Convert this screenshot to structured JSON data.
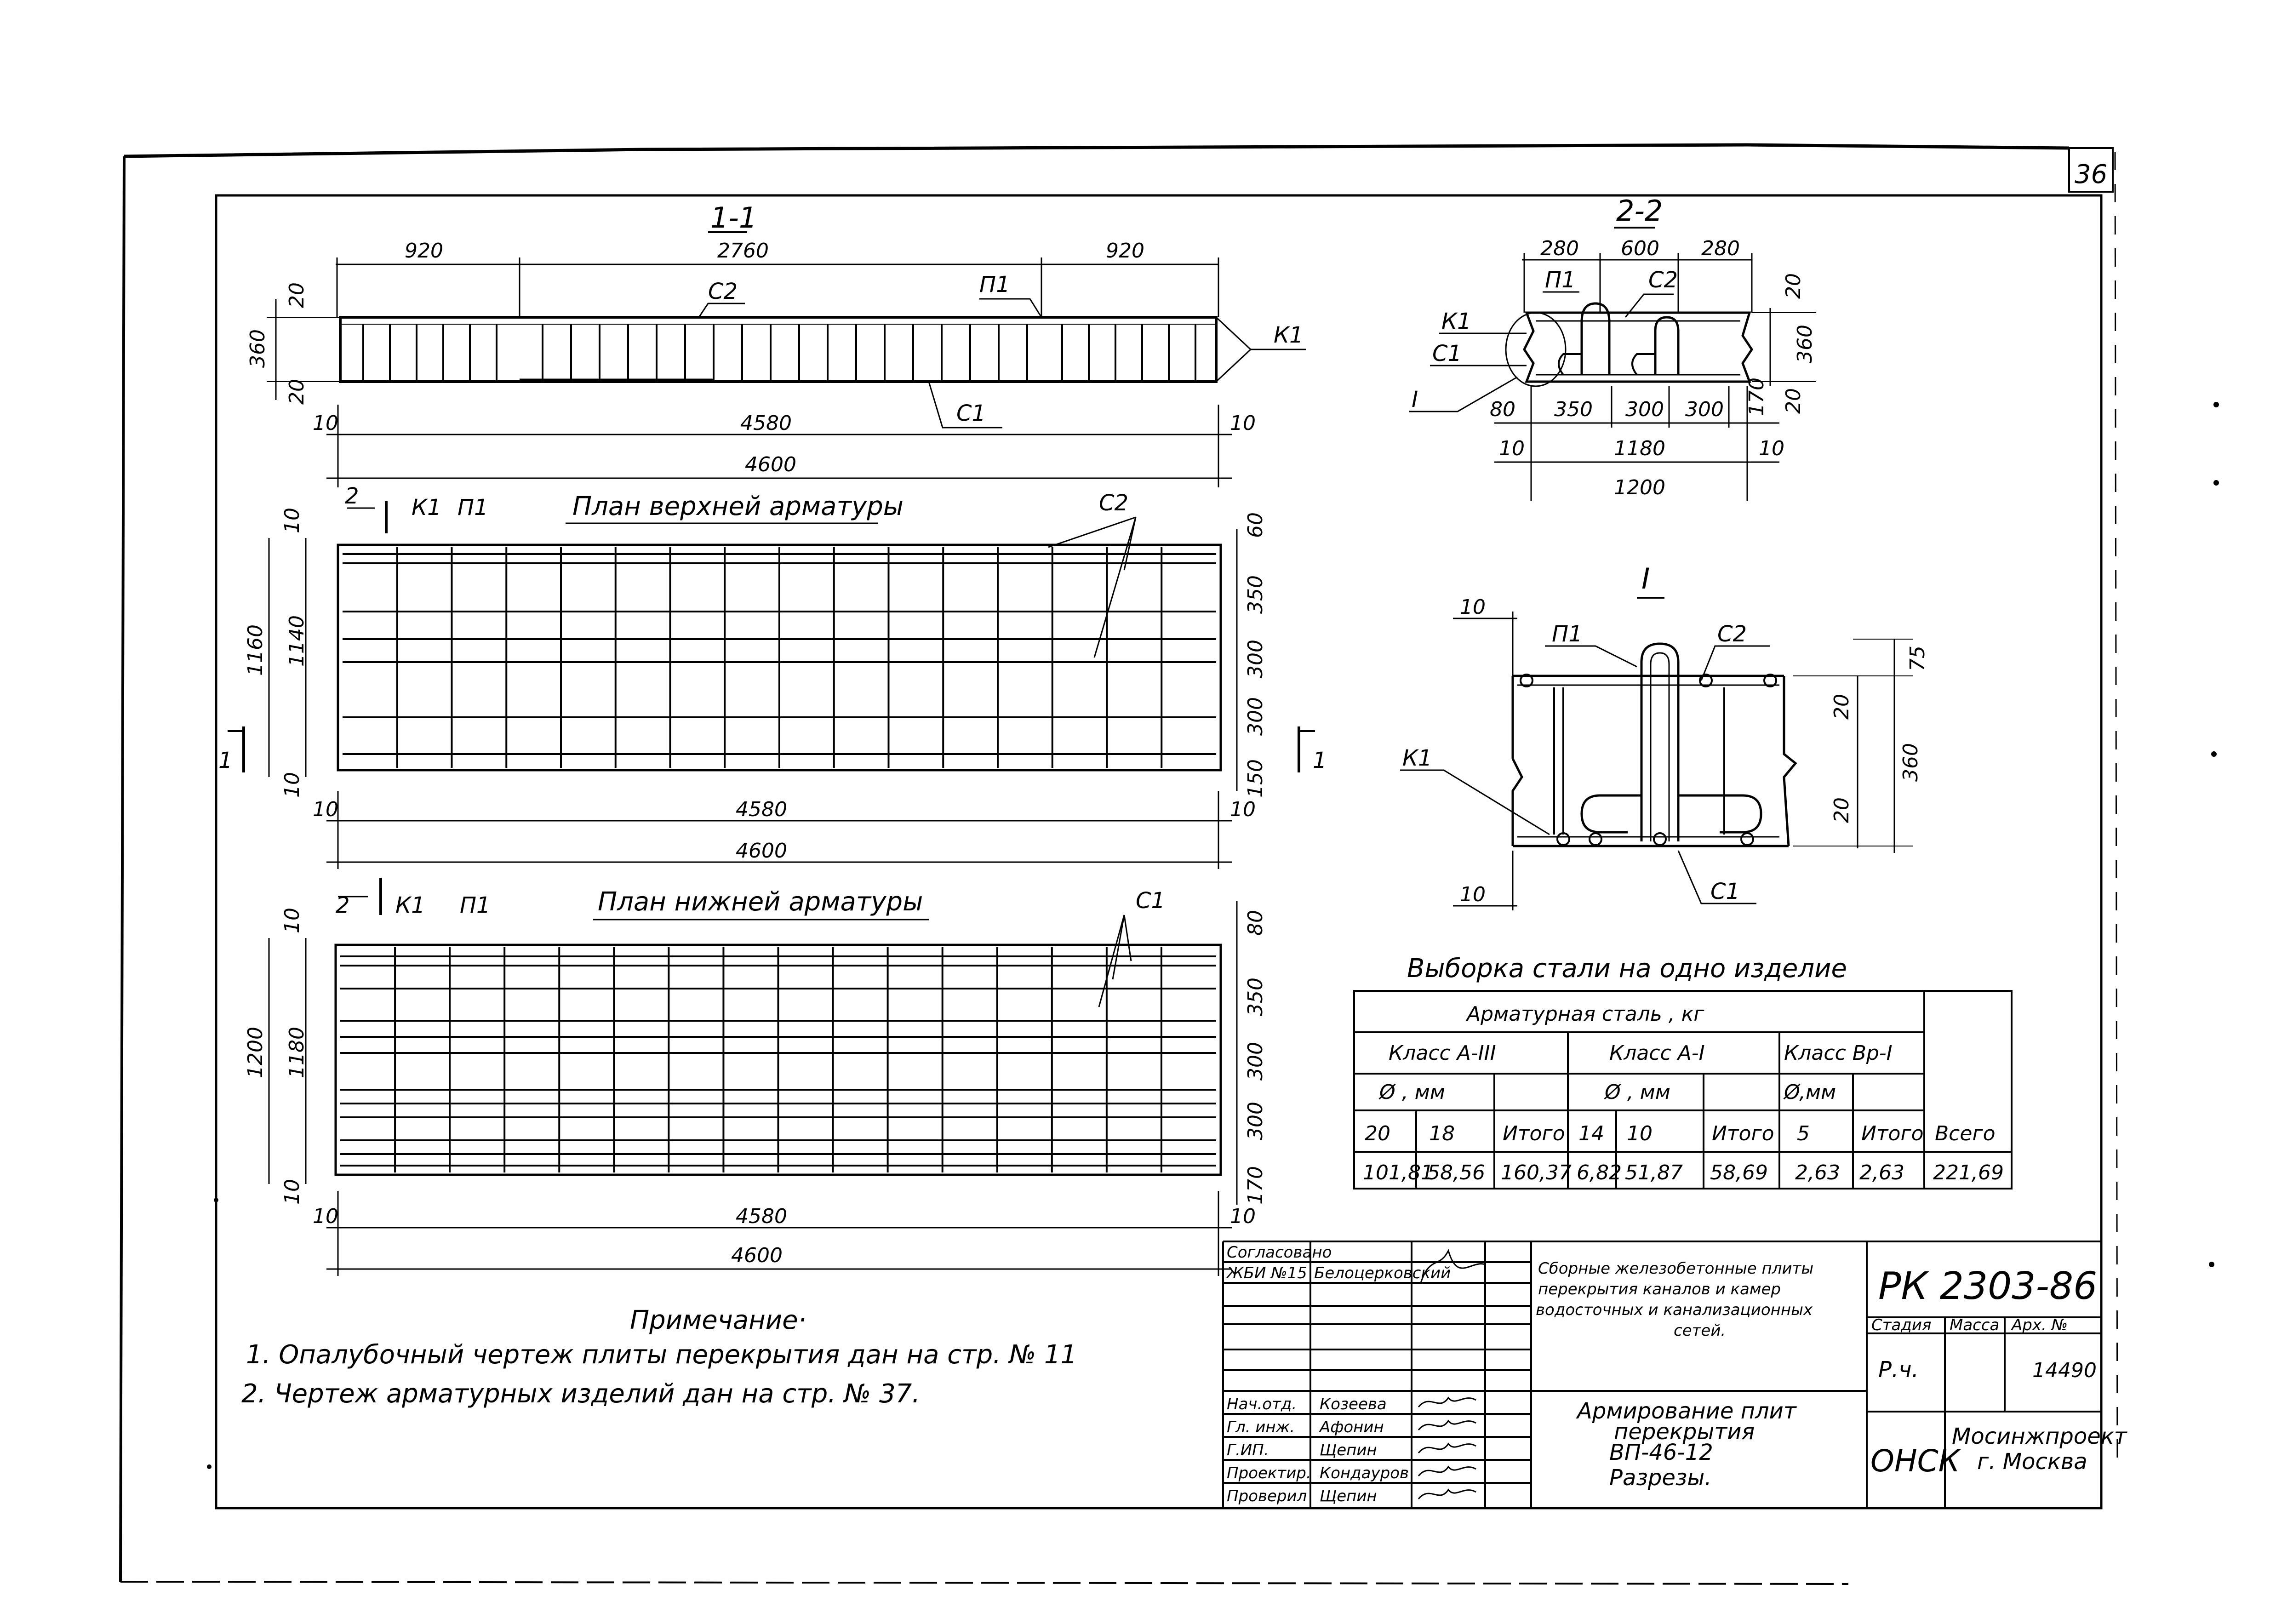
{
  "sheet": {
    "page_number": "36"
  },
  "section_1_1": {
    "title": "1-1",
    "dims_top": [
      "920",
      "2760",
      "920"
    ],
    "dim_height": "360",
    "dim_cover_top": "20",
    "dim_cover_bottom": "20",
    "dim_inner_length": "4580",
    "dim_total_length": "4600",
    "dim_end": "10",
    "labels": {
      "c2": "С2",
      "p1": "П1",
      "c1": "С1",
      "k1": "К1"
    }
  },
  "section_2_2": {
    "title": "2-2",
    "dims_top": [
      "280",
      "600",
      "280"
    ],
    "dims_bottom": [
      "80",
      "350",
      "300",
      "300",
      "170"
    ],
    "dim_inner_width": "1180",
    "dim_total_width": "1200",
    "dim_end": "10",
    "dim_height": "360",
    "dim_cover": "20",
    "labels": {
      "p1": "П1",
      "c2": "С2",
      "k1": "К1",
      "c1": "С1",
      "detail": "I"
    }
  },
  "top_plan": {
    "title": "План верхней арматуры",
    "labels": {
      "section_mark": "2",
      "k1": "К1",
      "p1": "П1",
      "c2": "С2",
      "cut_left": "1",
      "cut_right": "1"
    },
    "dims_left": [
      "10",
      "1140",
      "1160",
      "10"
    ],
    "dims_right": [
      "60",
      "350",
      "300",
      "300",
      "150"
    ],
    "dim_inner_length": "4580",
    "dim_total_length": "4600",
    "dim_end": "10"
  },
  "bottom_plan": {
    "title": "План нижней арматуры",
    "labels": {
      "section_mark": "2",
      "k1": "К1",
      "p1": "П1",
      "c1": "С1"
    },
    "dims_left": [
      "10",
      "1180",
      "1200",
      "10"
    ],
    "dims_right": [
      "80",
      "350",
      "300",
      "300",
      "170"
    ],
    "dim_inner_length": "4580",
    "dim_total_length": "4600",
    "dim_end": "10"
  },
  "detail_1": {
    "title": "I",
    "labels": {
      "p1": "П1",
      "c2": "С2",
      "k1": "К1",
      "c1": "С1"
    },
    "dims": {
      "top": "10",
      "bottom": "10",
      "d75": "75",
      "d20a": "20",
      "d20b": "20",
      "d360": "360"
    }
  },
  "steel_table": {
    "title": "Выборка стали на одно изделие",
    "header_main": "Арматурная сталь , кг",
    "classes": [
      "Класс А-III",
      "Класс А-I",
      "Класс Вр-I"
    ],
    "diameter_label": "Ø , мм",
    "diameter_label_short": "Ø,мм",
    "columns": [
      "20",
      "18",
      "Итого",
      "14",
      "10",
      "Итого",
      "5",
      "Итого",
      "Всего"
    ],
    "values": [
      "101,81",
      "58,56",
      "160,37",
      "6,82",
      "51,87",
      "58,69",
      "2,63",
      "2,63",
      "221,69"
    ]
  },
  "notes": {
    "title": "Примечание·",
    "items": [
      "1. Опалубочный чертеж плиты перекрытия дан на стр. № 11",
      "2. Чертеж арматурных изделий дан на стр. № 37."
    ]
  },
  "title_block": {
    "approved_label": "Согласовано",
    "approved_org": "ЖБИ №15",
    "approved_name": "Белоцерковский",
    "roles": [
      "Нач.отд.",
      "Гл. инж.",
      "Г.ИП.",
      "Проектир.",
      "Проверил"
    ],
    "names": [
      "Козеева",
      "Афонин",
      "Щепин",
      "Кондауров",
      "Щепин"
    ],
    "project_desc": [
      "Сборные железобетонные плиты",
      "перекрытия каналов и камер",
      "водосточных и канализационных",
      "сетей."
    ],
    "sheet_desc": [
      "Армирование плит",
      "перекрытия",
      "ВП-46-12",
      "Разрезы."
    ],
    "code": "РК 2303-86",
    "stage_label": "Стадия",
    "mass_label": "Масса",
    "arch_label": "Арх. №",
    "stage": "Р.ч.",
    "arch_no": "14490",
    "dept": "ОНСК",
    "org": [
      "Мосинжпроект",
      "г. Москва"
    ]
  }
}
